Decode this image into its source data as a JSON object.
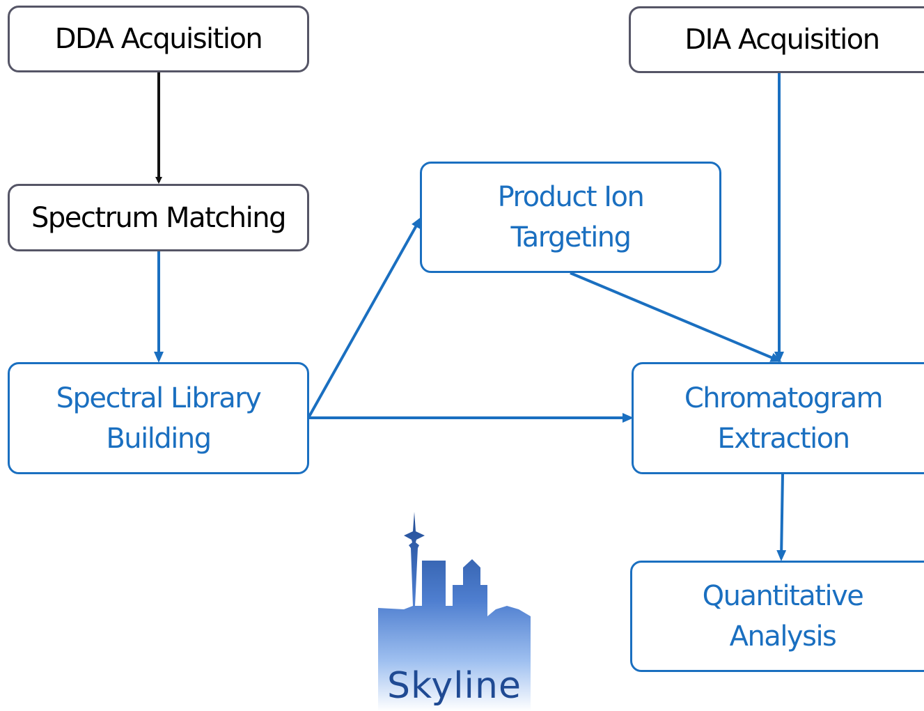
{
  "nodes": {
    "dda": {
      "label": "DDA Acquisition"
    },
    "dia": {
      "label": "DIA Acquisition"
    },
    "spectrum_matching": {
      "label": "Spectrum Matching"
    },
    "product_ion": {
      "line1": "Product Ion",
      "line2": "Targeting"
    },
    "spectral_library": {
      "line1": "Spectral Library",
      "line2": "Building"
    },
    "chromatogram": {
      "line1": "Chromatogram",
      "line2": "Extraction"
    },
    "quantitative": {
      "line1": "Quantitative",
      "line2": "Analysis"
    }
  },
  "edges": [
    {
      "from": "dda",
      "to": "spectrum_matching",
      "color": "#111111"
    },
    {
      "from": "spectrum_matching",
      "to": "spectral_library",
      "color": "#1a6fc0"
    },
    {
      "from": "spectral_library",
      "to": "product_ion",
      "color": "#1a6fc0"
    },
    {
      "from": "spectral_library",
      "to": "chromatogram",
      "color": "#1a6fc0"
    },
    {
      "from": "product_ion",
      "to": "chromatogram",
      "color": "#1a6fc0"
    },
    {
      "from": "dia",
      "to": "chromatogram",
      "color": "#1a6fc0"
    },
    {
      "from": "chromatogram",
      "to": "quantitative",
      "color": "#1a6fc0"
    }
  ],
  "logo": {
    "text": "Skyline",
    "icon": "seattle-skyline-logo"
  },
  "colors": {
    "accent_blue": "#1a6fc0",
    "neutral_border": "#555566",
    "logo_text": "#1f4a93"
  }
}
